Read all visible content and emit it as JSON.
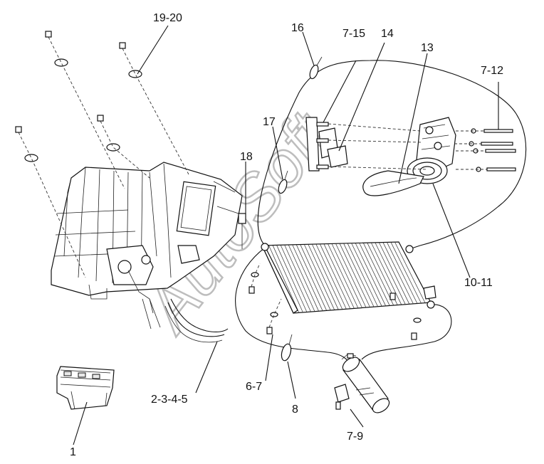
{
  "labels": {
    "l19_20": "19-20",
    "l16": "16",
    "l7_15": "7-15",
    "l14": "14",
    "l13": "13",
    "l7_12": "7-12",
    "l17": "17",
    "l18": "18",
    "l10_11": "10-11",
    "l6_7": "6-7",
    "l2_3_4_5": "2-3-4-5",
    "l8": "8",
    "l1": "1",
    "l7_9": "7-9"
  },
  "watermark": "AutoSoft"
}
